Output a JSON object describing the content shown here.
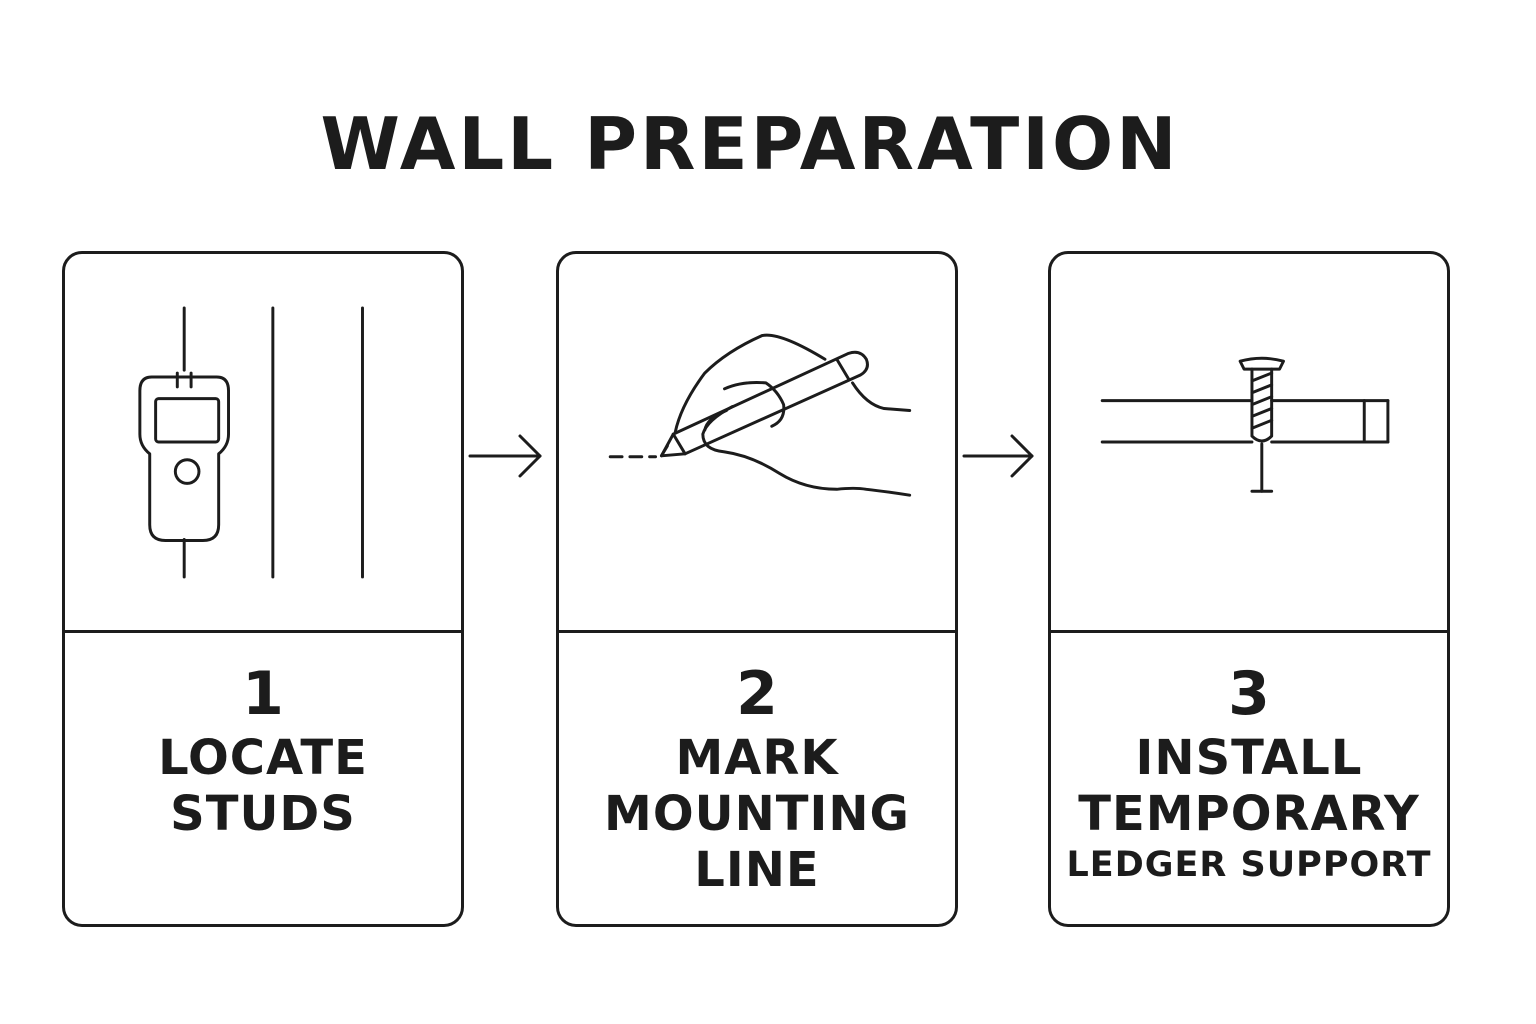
{
  "title": "WALL PREPARATION",
  "steps": [
    {
      "number": "1",
      "lines": [
        "LOCATE",
        "STUDS"
      ],
      "icon": "stud-finder-icon"
    },
    {
      "number": "2",
      "lines": [
        "MARK",
        "MOUNTING",
        "LINE"
      ],
      "icon": "hand-pencil-icon"
    },
    {
      "number": "3",
      "lines": [
        "INSTALL",
        "TEMPORARY"
      ],
      "small_line": "LEDGER SUPPORT",
      "icon": "screw-ledger-icon"
    }
  ],
  "colors": {
    "ink": "#1c1c1c",
    "background": "#ffffff"
  }
}
